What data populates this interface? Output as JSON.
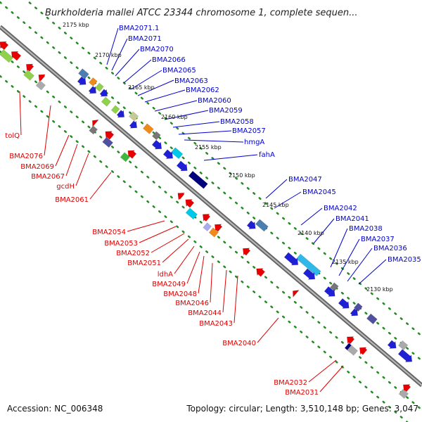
{
  "title": "Burkholderia mallei ATCC 23344 chromosome 1, complete sequen...",
  "footer": {
    "accession": "Accession: NC_006348",
    "summary": "Topology: circular; Length: 3,510,148 bp; Genes: 3,047"
  },
  "colors": {
    "forward_label": "#0000cc",
    "reverse_label": "#dd0000",
    "backbone": "#777777",
    "tick_dots": "#228b22"
  },
  "kbp_ticks": [
    "2175 kbp",
    "2170 kbp",
    "2165 kbp",
    "2160 kbp",
    "2155 kbp",
    "2150 kbp",
    "2145 kbp",
    "2140 kbp",
    "2135 kbp",
    "2130 kbp"
  ],
  "forward_labels": [
    "BMA2071.1",
    "BMA2071",
    "BMA2070",
    "BMA2066",
    "BMA2065",
    "BMA2063",
    "BMA2062",
    "BMA2060",
    "BMA2059",
    "BMA2058",
    "BMA2057",
    "hmgA",
    "fahA",
    "BMA2047",
    "BMA2045",
    "BMA2042",
    "BMA2041",
    "BMA2038",
    "BMA2037",
    "BMA2036",
    "BMA2035"
  ],
  "reverse_labels": [
    "tolQ",
    "BMA2076",
    "BMA2069",
    "BMA2067",
    "gcdH",
    "BMA2061",
    "BMA2054",
    "BMA2053",
    "BMA2052",
    "BMA2051",
    "ldhA",
    "BMA2049",
    "BMA2048",
    "BMA2046",
    "BMA2044",
    "BMA2043",
    "BMA2040",
    "BMA2032",
    "BMA2031"
  ]
}
